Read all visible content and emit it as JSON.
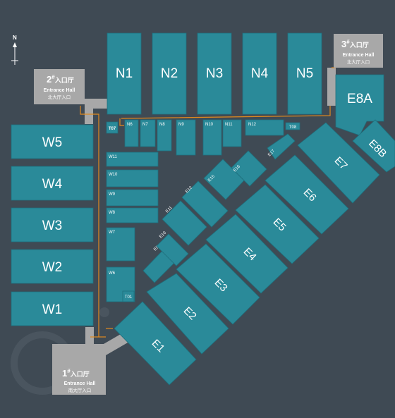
{
  "compass": {
    "label": "N"
  },
  "entrances": [
    {
      "id": "1",
      "label_num": "1",
      "label_hash": "#",
      "label_cn": "入口厅",
      "en": "Entrance Hall",
      "cn_sub": "南大厅入口"
    },
    {
      "id": "2",
      "label_num": "2",
      "label_hash": "#",
      "label_cn": "入口厅",
      "en": "Entrance Hall",
      "cn_sub": "北大厅入口"
    },
    {
      "id": "3",
      "label_num": "3",
      "label_hash": "#",
      "label_cn": "入口厅",
      "en": "Entrance Hall",
      "cn_sub": "北大厅入口"
    }
  ],
  "halls": {
    "north": [
      "N1",
      "N2",
      "N3",
      "N4",
      "N5"
    ],
    "west": [
      "W5",
      "W4",
      "W3",
      "W2",
      "W1"
    ],
    "east_big": [
      "E1",
      "E2",
      "E3",
      "E4",
      "E5",
      "E6",
      "E7",
      "E8A",
      "E8B"
    ],
    "east_small": [
      "E9",
      "E10",
      "E11",
      "E12",
      "E15",
      "E16",
      "E17"
    ],
    "north_small": [
      "T07",
      "N6",
      "N7",
      "N8",
      "N9",
      "N10",
      "N11",
      "N12",
      "T08"
    ],
    "west_small": [
      "W11",
      "W10",
      "W9",
      "W8",
      "W7",
      "W6",
      "T01"
    ]
  },
  "colors": {
    "background": "#3f4a54",
    "hall": "#2a8a99",
    "entrance": "#a8a8a8",
    "route": "#e08a1e"
  }
}
